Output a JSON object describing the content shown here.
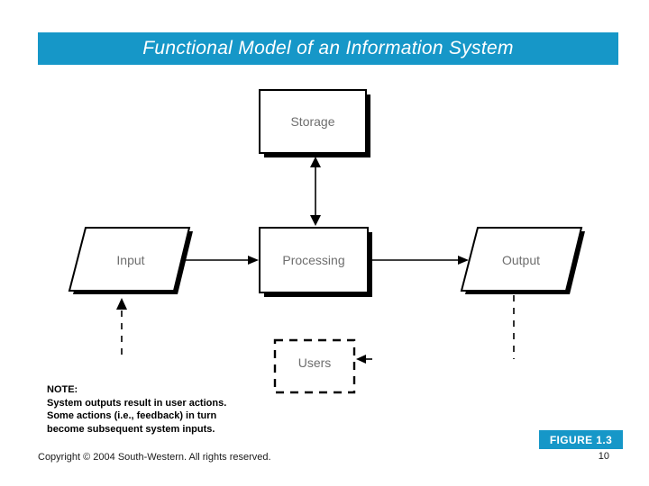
{
  "slide": {
    "title": "Functional Model of an Information System",
    "figure_label": "FIGURE 1.3",
    "page_number": "10",
    "copyright": "Copyright © 2004 South-Western. All rights reserved."
  },
  "note": {
    "heading": "NOTE:",
    "lines": [
      "System outputs result in user actions.",
      "Some actions (i.e., feedback) in turn",
      "become subsequent system inputs."
    ]
  },
  "diagram": {
    "nodes": {
      "storage": "Storage",
      "processing": "Processing",
      "input": "Input",
      "output": "Output",
      "users": "Users"
    },
    "edges": [
      {
        "from": "Storage",
        "to": "Processing",
        "style": "solid",
        "bidirectional": true
      },
      {
        "from": "Input",
        "to": "Processing",
        "style": "solid"
      },
      {
        "from": "Processing",
        "to": "Output",
        "style": "solid"
      },
      {
        "from": "Output",
        "to": "Users",
        "style": "dashed"
      },
      {
        "from": "Users",
        "to": "Input",
        "style": "dashed"
      }
    ]
  },
  "colors": {
    "accent_blue": "#1697c8",
    "node_label_gray": "#6e6e6e",
    "line_black": "#000000"
  }
}
